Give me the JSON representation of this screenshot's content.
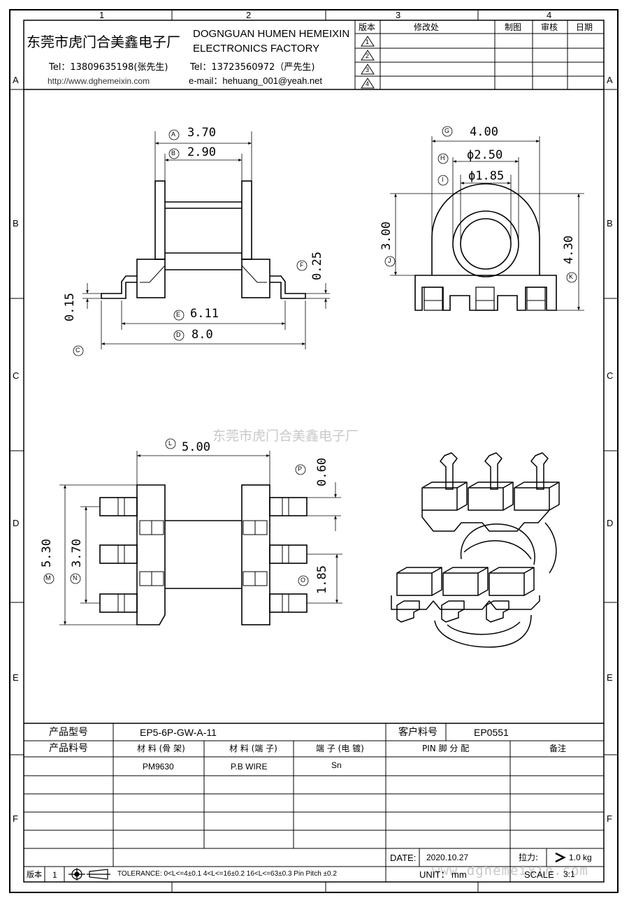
{
  "zones": {
    "columns": [
      "1",
      "2",
      "3",
      "4"
    ],
    "rows": [
      "A",
      "B",
      "C",
      "D",
      "E",
      "F"
    ]
  },
  "header": {
    "company_cn": "东莞市虎门合美鑫电子厂",
    "company_en_line1": "DOGNGUAN HUMEN HEMEIXIN",
    "company_en_line2": "ELECTRONICS FACTORY",
    "tel1": "Tel：13809635198(张先生)",
    "website": "http://www.dghemeixin.com",
    "tel2": "Tel：13723560972（严先生)",
    "email": "e-mail：hehuang_001@yeah.net"
  },
  "revision_table": {
    "col_version": "版本",
    "col_change": "修改处",
    "col_drawn": "制图",
    "col_check": "审核",
    "col_date": "日期",
    "markers": [
      "1",
      "2",
      "3",
      "4"
    ]
  },
  "dimensions": {
    "A": {
      "letter": "A",
      "value": "3.70"
    },
    "B": {
      "letter": "B",
      "value": "2.90"
    },
    "C": {
      "letter": "C",
      "value": "0.15"
    },
    "D": {
      "letter": "D",
      "value": "8.0"
    },
    "E": {
      "letter": "E",
      "value": "6.11"
    },
    "F": {
      "letter": "F",
      "value": "0.25"
    },
    "G": {
      "letter": "G",
      "value": "4.00"
    },
    "H": {
      "letter": "H",
      "value": "ϕ2.50"
    },
    "I": {
      "letter": "I",
      "value": "ϕ1.85"
    },
    "J": {
      "letter": "J",
      "value": "3.00"
    },
    "K": {
      "letter": "K",
      "value": "4.30"
    },
    "L": {
      "letter": "L",
      "value": "5.00"
    },
    "M": {
      "letter": "M",
      "value": "5.30"
    },
    "N": {
      "letter": "N",
      "value": "3.70"
    },
    "O": {
      "letter": "O",
      "value": "1.85"
    },
    "P": {
      "letter": "P",
      "value": "0.60"
    }
  },
  "watermark_center": "东莞市虎门合美鑫电子厂",
  "watermark_footer": "www.dghemeixin.com",
  "title_block": {
    "product_model_label": "产品型号",
    "product_model": "EP5-6P-GW-A-11",
    "customer_pn_label": "客户料号",
    "customer_pn": "EP0551",
    "product_pn_label": "产品料号",
    "material_bobbin_label": "材 料 (骨 架)",
    "material_pin_label": "材 料 (端 子)",
    "terminal_plating_label": "端 子 (电 镀)",
    "pin_assignment_label": "PIN 脚 分 配",
    "remarks_label": "备注",
    "material_bobbin": "PM9630",
    "material_pin": "P.B WIRE",
    "terminal_plating": "Sn",
    "date_label": "DATE:",
    "date": "2020.10.27",
    "pull_label": "拉力:",
    "pull_value": "1.0 kg",
    "version_label": "版本",
    "version": "1",
    "tolerance": "TOLERANCE:  0<L<=4±0.1  4<L<=16±0.2  16<L<=63±0.3  Pin Pitch  ±0.2",
    "unit_label": "UNIT：",
    "unit": "mm",
    "scale_label": "SCALE",
    "scale": "3:1"
  }
}
